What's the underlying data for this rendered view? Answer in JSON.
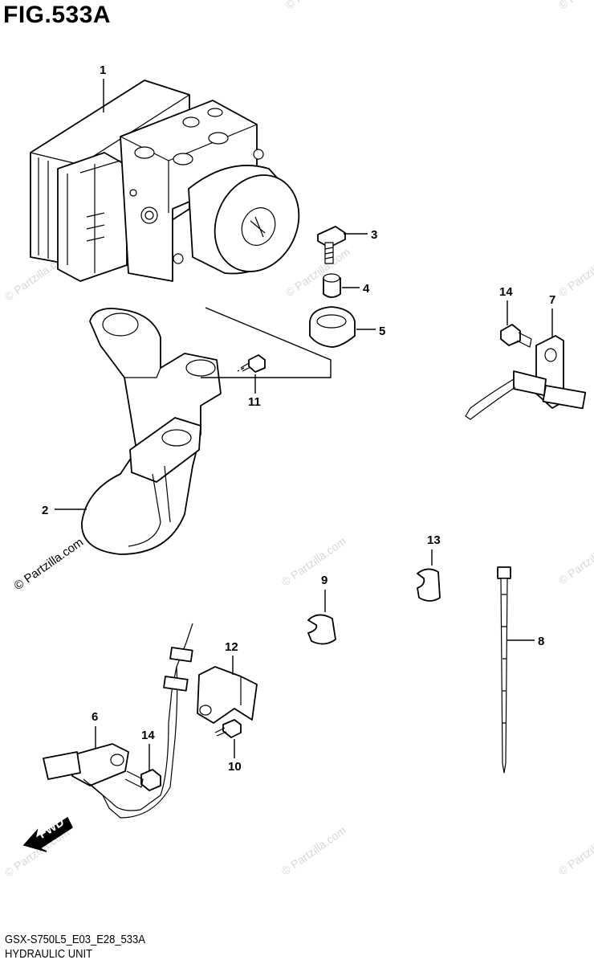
{
  "figure": {
    "title": "FIG.533A"
  },
  "footer": {
    "model_code": "GSX-S750L5_E03_E28_533A",
    "description": "HYDRAULIC UNIT"
  },
  "labels": {
    "p1": "1",
    "p2": "2",
    "p3": "3",
    "p4": "4",
    "p5": "5",
    "p6": "6",
    "p7": "7",
    "p8": "8",
    "p9": "9",
    "p10": "10",
    "p11": "11",
    "p12": "12",
    "p13": "13",
    "p14a": "14",
    "p14b": "14"
  },
  "watermark": {
    "text": "© Partzilla.com"
  },
  "fwd_badge": {
    "text": "FWD"
  }
}
